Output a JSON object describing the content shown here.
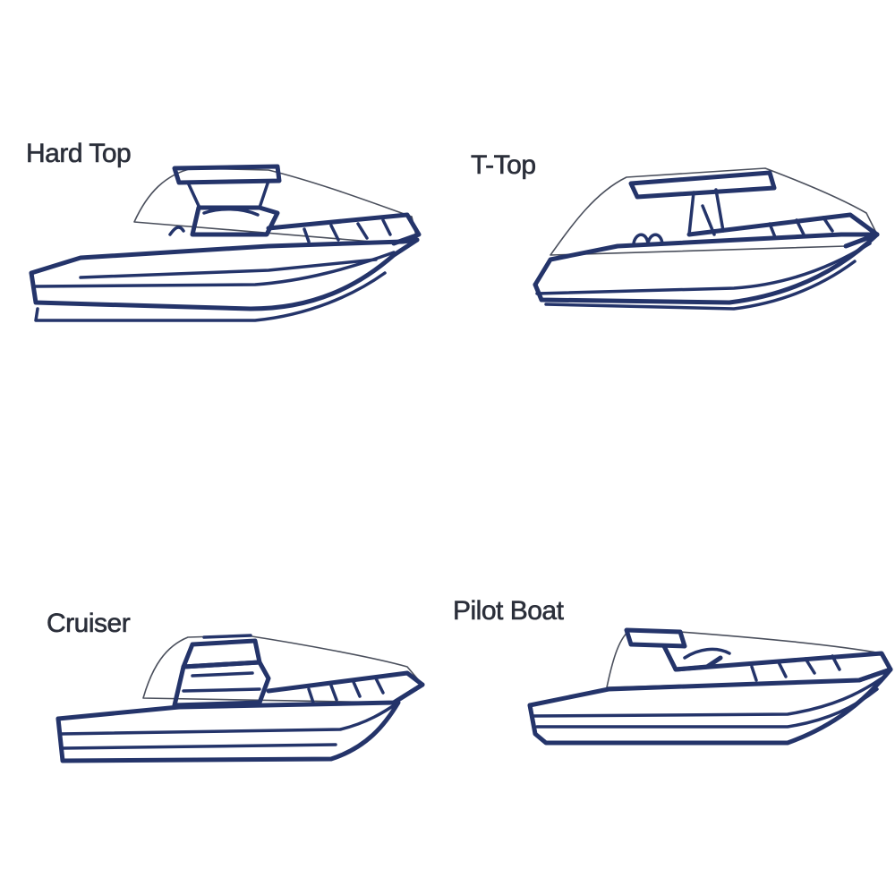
{
  "colors": {
    "outline": "#24346a",
    "cover_line": "#4a4f5c",
    "label_text": "#2b2f3a",
    "background": "#ffffff"
  },
  "boats": [
    {
      "id": "hard-top",
      "label": "Hard Top",
      "icon": "hard-top-boat-icon"
    },
    {
      "id": "t-top",
      "label": "T-Top",
      "icon": "t-top-boat-icon"
    },
    {
      "id": "cruiser",
      "label": "Cruiser",
      "icon": "cruiser-boat-icon"
    },
    {
      "id": "pilot-boat",
      "label": "Pilot Boat",
      "icon": "pilot-boat-icon"
    }
  ]
}
